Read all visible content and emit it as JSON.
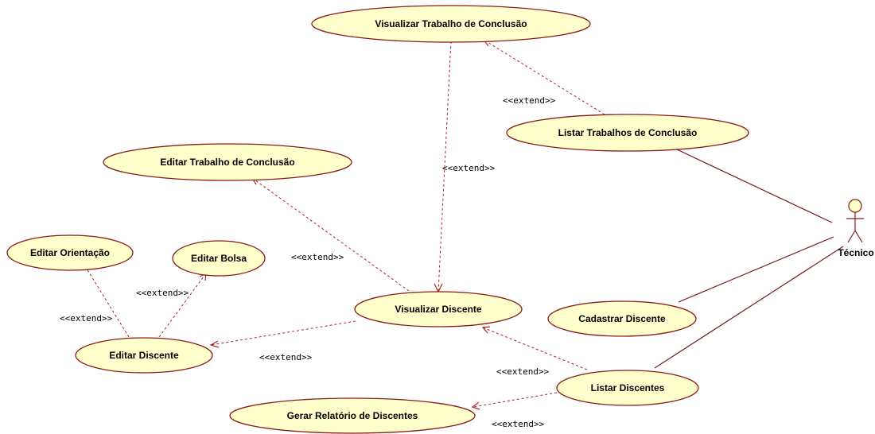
{
  "diagram": {
    "actor": {
      "name": "Técnico"
    },
    "use_cases": {
      "visualizar_tc": "Visualizar Trabalho de Conclusão",
      "listar_tc": "Listar Trabalhos de Conclusão",
      "editar_tc": "Editar Trabalho de Conclusão",
      "editar_orientacao": "Editar Orientação",
      "editar_bolsa": "Editar Bolsa",
      "visualizar_discente": "Visualizar Discente",
      "cadastrar_discente": "Cadastrar Discente",
      "editar_discente": "Editar Discente",
      "listar_discentes": "Listar Discentes",
      "gerar_relatorio": "Gerar Relatório de Discentes"
    },
    "stereotype": "<<extend>>",
    "colors": {
      "use_case_fill": "#ffffcc",
      "line": "#8b1a1a",
      "dashed": "#b22222"
    }
  }
}
